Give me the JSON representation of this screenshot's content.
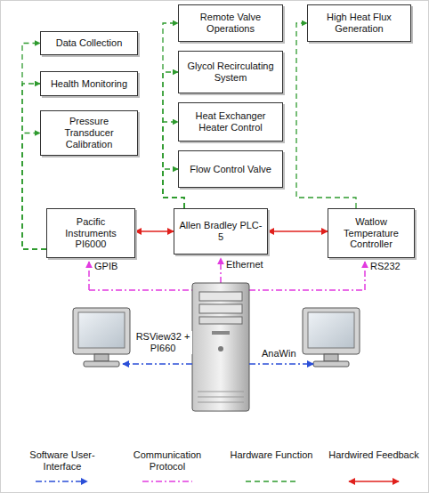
{
  "diagram": {
    "nodes": [
      {
        "text": [
          "Data Collection"
        ]
      },
      {
        "text": [
          "Health Monitoring"
        ]
      },
      {
        "text": [
          "Pressure Transducer Calibration"
        ]
      },
      {
        "text": [
          "Remote Valve Operations"
        ]
      },
      {
        "text": [
          "Glycol Recirculating System"
        ]
      },
      {
        "text": [
          "Heat Exchanger Heater Control"
        ]
      },
      {
        "text": [
          "Flow Control Valve"
        ]
      },
      {
        "text": [
          "High Heat Flux Generation"
        ]
      },
      {
        "text": [
          "Pacific Instruments PI6000"
        ]
      },
      {
        "text": [
          "Allen Bradley PLC-5"
        ]
      },
      {
        "text": [
          "Watlow Temperature Controller"
        ]
      }
    ],
    "edges": [
      {
        "from": 8,
        "to": 0,
        "arrow": "to"
      },
      {
        "from": 8,
        "to": 1,
        "arrow": "to"
      },
      {
        "from": 8,
        "to": 2,
        "arrow": "to"
      },
      {
        "from": 9,
        "to": 3,
        "arrow": "to"
      },
      {
        "from": 9,
        "to": 4,
        "arrow": "to"
      },
      {
        "from": 9,
        "to": 5,
        "arrow": "to"
      },
      {
        "from": 9,
        "to": 6,
        "arrow": "to"
      },
      {
        "from": 10,
        "to": 7,
        "arrow": "to"
      },
      {
        "from": 8,
        "to": 9,
        "arrow": "both"
      },
      {
        "from": 9,
        "to": 10,
        "arrow": "both"
      }
    ],
    "labels": [
      "GPIB",
      "Ethernet",
      "RS232",
      "RSView32 + PI660",
      "AnaWin"
    ],
    "legend": [
      {
        "text": "Software User-Interface"
      },
      {
        "text": "Communication Protocol"
      },
      {
        "text": "Hardware Function"
      },
      {
        "text": "Hardwired Feedback"
      }
    ]
  }
}
